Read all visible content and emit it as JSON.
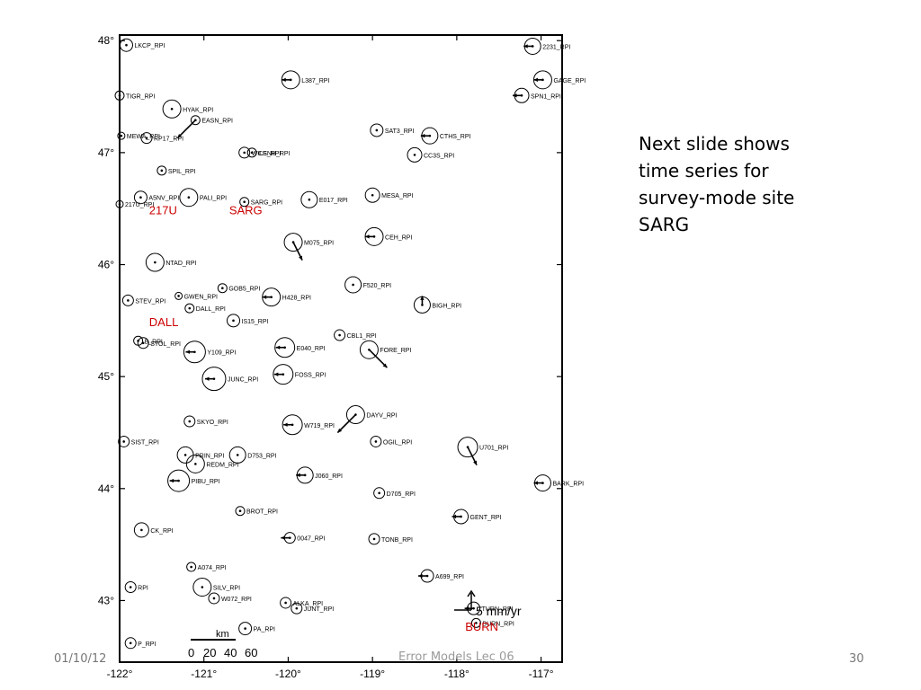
{
  "slide": {
    "note_lines": [
      "Next slide shows",
      "time series for",
      "survey-mode site",
      "SARG"
    ],
    "footer_date": "01/10/12",
    "footer_title": "Error Models Lec 06",
    "footer_page": "30"
  },
  "map": {
    "x_ticks": [
      "-122°",
      "-121°",
      "-120°",
      "-119°",
      "-118°",
      "-117°"
    ],
    "y_ticks": [
      "48°",
      "47°",
      "46°",
      "45°",
      "44°",
      "43°"
    ],
    "scale_label": "km",
    "scale_ticks": [
      "0",
      "20",
      "40",
      "60"
    ],
    "reference_arrow_label": "5 mm/yr",
    "highlight_color": "#cc0000",
    "highlights": [
      {
        "label": "217U",
        "lon": -121.65,
        "lat": 46.45
      },
      {
        "label": "SARG",
        "lon": -120.7,
        "lat": 46.45
      },
      {
        "label": "DALL",
        "lon": -121.65,
        "lat": 45.45
      },
      {
        "label": "BURN",
        "lon": -117.9,
        "lat": 42.73
      }
    ],
    "stations": [
      {
        "label": "LKCP_RPI",
        "lon": -121.92,
        "lat": 47.96,
        "r": 7,
        "ve": 0,
        "vn": 0
      },
      {
        "label": "2231_RPI",
        "lon": -117.1,
        "lat": 47.95,
        "r": 9,
        "ve": -1,
        "vn": 0
      },
      {
        "label": "L387_RPI",
        "lon": -119.97,
        "lat": 47.65,
        "r": 10,
        "ve": -1,
        "vn": 0
      },
      {
        "label": "GAGE_RPI",
        "lon": -116.98,
        "lat": 47.65,
        "r": 10,
        "ve": -1,
        "vn": 0
      },
      {
        "label": "SPN1_RPI",
        "lon": -117.23,
        "lat": 47.51,
        "r": 8,
        "ve": -1,
        "vn": 0
      },
      {
        "label": "TIGR_RPI",
        "lon": -122.0,
        "lat": 47.51,
        "r": 5,
        "ve": 0,
        "vn": 0
      },
      {
        "label": "HYAK_RPI",
        "lon": -121.38,
        "lat": 47.39,
        "r": 10,
        "ve": 0,
        "vn": 0
      },
      {
        "label": "EASN_RPI",
        "lon": -121.1,
        "lat": 47.29,
        "r": 5,
        "ve": -2,
        "vn": -2
      },
      {
        "label": "SAT3_RPI",
        "lon": -118.95,
        "lat": 47.2,
        "r": 7,
        "ve": 0,
        "vn": 0
      },
      {
        "label": "CTHS_RPI",
        "lon": -118.32,
        "lat": 47.15,
        "r": 9,
        "ve": -1,
        "vn": 0
      },
      {
        "label": "MEWA_RPI",
        "lon": -121.98,
        "lat": 47.15,
        "r": 4,
        "ve": 0,
        "vn": 0
      },
      {
        "label": "RP17_RPI",
        "lon": -121.68,
        "lat": 47.13,
        "r": 6,
        "ve": 0,
        "vn": 0
      },
      {
        "label": "WILS_RPI",
        "lon": -120.52,
        "lat": 47.0,
        "r": 6,
        "ve": 0,
        "vn": 0
      },
      {
        "label": "CENH_RPI",
        "lon": -120.43,
        "lat": 47.0,
        "r": 5,
        "ve": 0,
        "vn": 0
      },
      {
        "label": "CC3S_RPI",
        "lon": -118.5,
        "lat": 46.98,
        "r": 8,
        "ve": 0,
        "vn": 0
      },
      {
        "label": "SPIL_RPI",
        "lon": -121.5,
        "lat": 46.84,
        "r": 5,
        "ve": 0,
        "vn": 0
      },
      {
        "label": "PALI_RPI",
        "lon": -121.18,
        "lat": 46.6,
        "r": 10,
        "ve": 0,
        "vn": 0
      },
      {
        "label": "A5NV_RPI",
        "lon": -121.75,
        "lat": 46.6,
        "r": 7,
        "ve": 0,
        "vn": 0
      },
      {
        "label": "217U_RPI",
        "lon": -122.0,
        "lat": 46.54,
        "r": 4,
        "ve": 0,
        "vn": 0
      },
      {
        "label": "SARG_RPI",
        "lon": -120.52,
        "lat": 46.56,
        "r": 5,
        "ve": 0,
        "vn": 0
      },
      {
        "label": "E017_RPI",
        "lon": -119.75,
        "lat": 46.58,
        "r": 9,
        "ve": 0,
        "vn": 0
      },
      {
        "label": "MESA_RPI",
        "lon": -119.0,
        "lat": 46.62,
        "r": 8,
        "ve": 0,
        "vn": 0
      },
      {
        "label": "CEH_RPI",
        "lon": -118.98,
        "lat": 46.25,
        "r": 10,
        "ve": -1,
        "vn": 0
      },
      {
        "label": "M075_RPI",
        "lon": -119.94,
        "lat": 46.2,
        "r": 10,
        "ve": 1,
        "vn": -2
      },
      {
        "label": "NTAD_RPI",
        "lon": -121.58,
        "lat": 46.02,
        "r": 10,
        "ve": 0,
        "vn": 0
      },
      {
        "label": "GOB5_RPI",
        "lon": -120.78,
        "lat": 45.79,
        "r": 5,
        "ve": 0,
        "vn": 0
      },
      {
        "label": "F520_RPI",
        "lon": -119.23,
        "lat": 45.82,
        "r": 9,
        "ve": 0,
        "vn": 0
      },
      {
        "label": "GWEN_RPI",
        "lon": -121.3,
        "lat": 45.72,
        "r": 4,
        "ve": 0,
        "vn": 0
      },
      {
        "label": "H428_RPI",
        "lon": -120.2,
        "lat": 45.71,
        "r": 10,
        "ve": -1,
        "vn": 0
      },
      {
        "label": "BIGH_RPI",
        "lon": -118.41,
        "lat": 45.64,
        "r": 9,
        "ve": 0,
        "vn": 1
      },
      {
        "label": "STEV_RPI",
        "lon": -121.9,
        "lat": 45.68,
        "r": 6,
        "ve": 0,
        "vn": 0
      },
      {
        "label": "DALL_RPI",
        "lon": -121.17,
        "lat": 45.61,
        "r": 5,
        "ve": 0,
        "vn": 0
      },
      {
        "label": "IS15_RPI",
        "lon": -120.65,
        "lat": 45.5,
        "r": 7,
        "ve": 0,
        "vn": 0
      },
      {
        "label": "CBL1_RPI",
        "lon": -119.39,
        "lat": 45.37,
        "r": 6,
        "ve": 0,
        "vn": 0
      },
      {
        "label": "B_RPI",
        "lon": -121.78,
        "lat": 45.32,
        "r": 5,
        "ve": 0,
        "vn": 0
      },
      {
        "label": "STOL_RPI",
        "lon": -121.72,
        "lat": 45.3,
        "r": 6,
        "ve": 0,
        "vn": 0
      },
      {
        "label": "FORE_RPI",
        "lon": -119.04,
        "lat": 45.24,
        "r": 10,
        "ve": 2,
        "vn": -2
      },
      {
        "label": "E040_RPI",
        "lon": -120.04,
        "lat": 45.26,
        "r": 11,
        "ve": -1,
        "vn": 0
      },
      {
        "label": "Y109_RPI",
        "lon": -121.11,
        "lat": 45.22,
        "r": 12,
        "ve": -1,
        "vn": 0
      },
      {
        "label": "FOSS_RPI",
        "lon": -120.06,
        "lat": 45.02,
        "r": 11,
        "ve": -1,
        "vn": 0
      },
      {
        "label": "JUNC_RPI",
        "lon": -120.88,
        "lat": 44.98,
        "r": 13,
        "ve": -1,
        "vn": 0
      },
      {
        "label": "SKYO_RPI",
        "lon": -121.17,
        "lat": 44.6,
        "r": 6,
        "ve": 0,
        "vn": 0
      },
      {
        "label": "W719_RPI",
        "lon": -119.95,
        "lat": 44.57,
        "r": 11,
        "ve": -1,
        "vn": 0
      },
      {
        "label": "DAYV_RPI",
        "lon": -119.2,
        "lat": 44.66,
        "r": 10,
        "ve": -2,
        "vn": -2
      },
      {
        "label": "OGIL_RPI",
        "lon": -118.96,
        "lat": 44.42,
        "r": 6,
        "ve": 0,
        "vn": 0
      },
      {
        "label": "U701_RPI",
        "lon": -117.87,
        "lat": 44.37,
        "r": 11,
        "ve": 1,
        "vn": -2
      },
      {
        "label": "SIST_RPI",
        "lon": -121.95,
        "lat": 44.42,
        "r": 6,
        "ve": 0,
        "vn": 0
      },
      {
        "label": "PRIN_RPI",
        "lon": -121.22,
        "lat": 44.3,
        "r": 9,
        "ve": 0,
        "vn": 0
      },
      {
        "label": "REDM_RPI",
        "lon": -121.1,
        "lat": 44.22,
        "r": 10,
        "ve": 0,
        "vn": 0
      },
      {
        "label": "D753_RPI",
        "lon": -120.6,
        "lat": 44.3,
        "r": 9,
        "ve": 0,
        "vn": 0
      },
      {
        "label": "J060_RPI",
        "lon": -119.8,
        "lat": 44.12,
        "r": 9,
        "ve": -1,
        "vn": 0
      },
      {
        "label": "BARK_RPI",
        "lon": -116.98,
        "lat": 44.05,
        "r": 9,
        "ve": -1,
        "vn": 0
      },
      {
        "label": "PIBU_RPI",
        "lon": -121.3,
        "lat": 44.07,
        "r": 12,
        "ve": -1,
        "vn": 0
      },
      {
        "label": "D705_RPI",
        "lon": -118.92,
        "lat": 43.96,
        "r": 6,
        "ve": 0,
        "vn": 0
      },
      {
        "label": "BROT_RPI",
        "lon": -120.57,
        "lat": 43.8,
        "r": 5,
        "ve": 0,
        "vn": 0
      },
      {
        "label": "GENT_RPI",
        "lon": -117.95,
        "lat": 43.75,
        "r": 8,
        "ve": -1,
        "vn": 0
      },
      {
        "label": "CK_RPI",
        "lon": -121.74,
        "lat": 43.63,
        "r": 8,
        "ve": 0,
        "vn": 0
      },
      {
        "label": "0047_RPI",
        "lon": -119.98,
        "lat": 43.56,
        "r": 6,
        "ve": -1,
        "vn": 0
      },
      {
        "label": "TONB_RPI",
        "lon": -118.98,
        "lat": 43.55,
        "r": 6,
        "ve": 0,
        "vn": 0
      },
      {
        "label": "A074_RPI",
        "lon": -121.15,
        "lat": 43.3,
        "r": 5,
        "ve": 0,
        "vn": 0
      },
      {
        "label": "A699_RPI",
        "lon": -118.35,
        "lat": 43.22,
        "r": 7,
        "ve": -1,
        "vn": 0
      },
      {
        "label": "SILV_RPI",
        "lon": -121.02,
        "lat": 43.12,
        "r": 10,
        "ve": 0,
        "vn": 0
      },
      {
        "label": "RPI",
        "lon": -121.87,
        "lat": 43.12,
        "r": 6,
        "ve": 0,
        "vn": 0
      },
      {
        "label": "W072_RPI",
        "lon": -120.88,
        "lat": 43.02,
        "r": 6,
        "ve": 0,
        "vn": 0
      },
      {
        "label": "ALKA_RPI",
        "lon": -120.03,
        "lat": 42.98,
        "r": 6,
        "ve": 0,
        "vn": 0
      },
      {
        "label": "JUNT_RPI",
        "lon": -119.9,
        "lat": 42.93,
        "r": 6,
        "ve": 0,
        "vn": 0
      },
      {
        "label": "TURN_RPI",
        "lon": -117.8,
        "lat": 42.93,
        "r": 7,
        "ve": -1,
        "vn": 0
      },
      {
        "label": "BURN_RPI",
        "lon": -117.77,
        "lat": 42.8,
        "r": 5,
        "ve": 0,
        "vn": 0
      },
      {
        "label": "PA_RPI",
        "lon": -120.51,
        "lat": 42.75,
        "r": 7,
        "ve": 0,
        "vn": 0
      },
      {
        "label": "P_RPI",
        "lon": -121.87,
        "lat": 42.62,
        "r": 6,
        "ve": 0,
        "vn": 0
      }
    ]
  }
}
